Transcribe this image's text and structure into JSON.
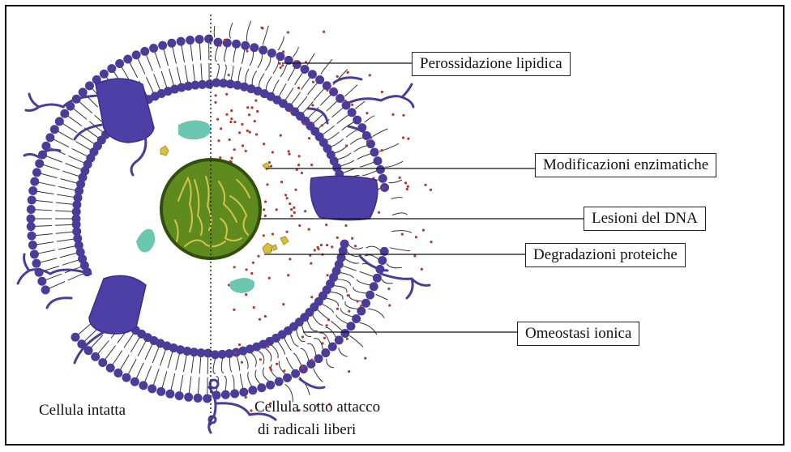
{
  "labels": {
    "perossidazione": "Perossidazione lipidica",
    "modificazioni": "Modificazioni enzimatiche",
    "lesioni": "Lesioni del DNA",
    "degradazioni": "Degradazioni proteiche",
    "omeostasi": "Omeostasi ionica"
  },
  "captions": {
    "intact": "Cellula intatta",
    "attacked_line1": "Cellula sotto attacco",
    "attacked_line2": "di radicali liberi"
  },
  "colors": {
    "membrane": "#4b3c9a",
    "protein": "#4e3fa6",
    "nucleus_fill": "#5f8a1e",
    "nucleus_border": "#2f4f0a",
    "organelle": "#6cc7b0",
    "enzyme": "#d6c23a",
    "radical": "#b33a2a"
  }
}
